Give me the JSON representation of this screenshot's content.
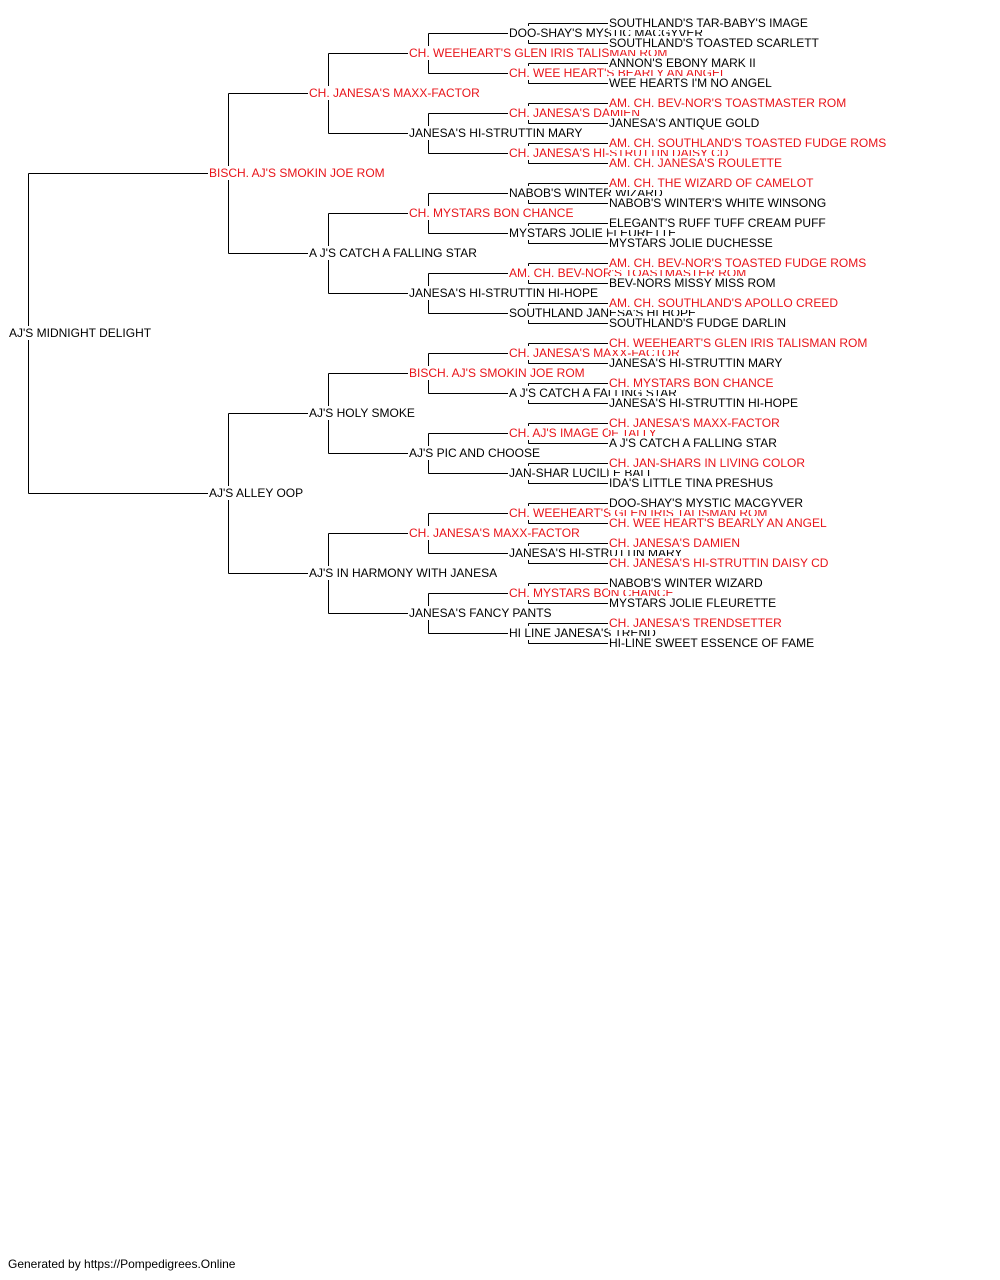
{
  "colors": {
    "champion": "#e8141a",
    "normal": "#000000",
    "line": "#000000"
  },
  "subject": "AJ'S MIDNIGHT DELIGHT",
  "generations": [
    [
      "BISCH. AJ'S SMOKIN JOE ROM",
      "AJ'S ALLEY OOP"
    ],
    [
      "CH. JANESA'S MAXX-FACTOR",
      "A J'S CATCH A FALLING STAR",
      "AJ'S HOLY SMOKE",
      "AJ'S IN HARMONY WITH JANESA"
    ],
    [
      "CH. WEEHEART'S GLEN IRIS TALISMAN ROM",
      "JANESA'S HI-STRUTTIN MARY",
      "CH. MYSTARS BON CHANCE",
      "JANESA'S HI-STRUTTIN HI-HOPE",
      "BISCH. AJ'S SMOKIN JOE ROM",
      "AJ'S PIC AND CHOOSE",
      "CH. JANESA'S MAXX-FACTOR",
      "JANESA'S FANCY PANTS"
    ],
    [
      "DOO-SHAY'S MYSTIC MACGYVER",
      "CH. WEE HEART'S BEARLY AN ANGEL",
      "CH. JANESA'S DAMIEN",
      "CH. JANESA'S HI-STRUTTIN DAISY CD",
      "NABOB'S WINTER WIZARD",
      "MYSTARS JOLIE FLEURETTE",
      "AM. CH. BEV-NOR'S TOASTMASTER ROM",
      "SOUTHLAND JANESA'S HI HOPE",
      "CH. JANESA'S MAXX-FACTOR",
      "A J'S CATCH A FALLING STAR",
      "CH. AJ'S IMAGE OF TALLY",
      "JAN-SHAR LUCILLE BALL",
      "CH. WEEHEART'S GLEN IRIS TALISMAN ROM",
      "JANESA'S HI-STRUTTIN MARY",
      "CH. MYSTARS BON CHANCE",
      "HI LINE JANESA'S TREND"
    ],
    [
      "SOUTHLAND'S TAR-BABY'S IMAGE",
      "SOUTHLAND'S TOASTED SCARLETT",
      "ANNON'S EBONY MARK II",
      "WEE HEARTS I'M NO ANGEL",
      "AM. CH. BEV-NOR'S TOASTMASTER ROM",
      "JANESA'S ANTIQUE GOLD",
      "AM. CH. SOUTHLAND'S TOASTED FUDGE ROMS",
      "AM. CH. JANESA'S ROULETTE",
      "AM. CH. THE WIZARD OF CAMELOT",
      "NABOB'S WINTER'S WHITE WINSONG",
      "ELEGANT'S RUFF TUFF CREAM PUFF",
      "MYSTARS JOLIE DUCHESSE",
      "AM. CH. BEV-NOR'S TOASTED FUDGE ROMS",
      "BEV-NORS MISSY MISS ROM",
      "AM. CH. SOUTHLAND'S APOLLO CREED",
      "SOUTHLAND'S FUDGE DARLIN",
      "CH. WEEHEART'S GLEN IRIS TALISMAN ROM",
      "JANESA'S HI-STRUTTIN MARY",
      "CH. MYSTARS BON CHANCE",
      "JANESA'S HI-STRUTTIN HI-HOPE",
      "CH. JANESA'S MAXX-FACTOR",
      "A J'S CATCH A FALLING STAR",
      "CH. JAN-SHARS IN LIVING COLOR",
      "IDA'S LITTLE TINA PRESHUS",
      "DOO-SHAY'S MYSTIC MACGYVER",
      "CH. WEE HEART'S BEARLY AN ANGEL",
      "CH. JANESA'S DAMIEN",
      "CH. JANESA'S HI-STRUTTIN DAISY CD",
      "NABOB'S WINTER WIZARD",
      "MYSTARS JOLIE FLEURETTE",
      "CH. JANESA'S TRENDSETTER",
      "HI-LINE SWEET ESSENCE OF FAME"
    ]
  ],
  "footer": "Generated by https://Pompedigrees.Online"
}
